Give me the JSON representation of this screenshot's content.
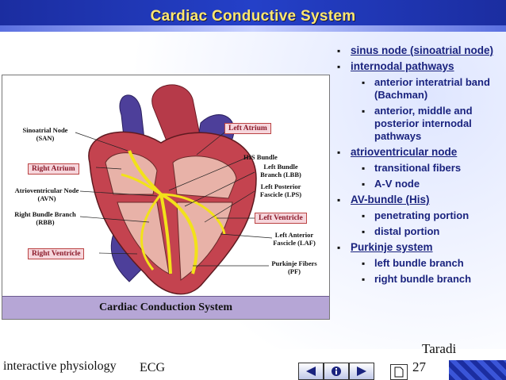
{
  "slide": {
    "title": "Cardiac Conductive System",
    "figure": {
      "caption": "Cardiac Conduction System",
      "labels": {
        "san": "Sinoatrial Node (SAN)",
        "left_atrium": "Left Atrium",
        "his_bundle": "HIS Bundle",
        "right_atrium": "Right Atrium",
        "lbb": "Left Bundle Branch (LBB)",
        "lps": "Left Posterior Fascicle (LPS)",
        "avn": "Atrioventricular Node (AVN)",
        "rbb": "Right Bundle Branch (RBB)",
        "left_ventricle": "Left Ventricle",
        "laf": "Left Anterior Fascicle (LAF)",
        "right_ventricle": "Right Ventricle",
        "purkinje": "Purkinje Fibers (PF)"
      }
    },
    "bullets": [
      {
        "label": "sinus node (sinoatrial node)",
        "sub": []
      },
      {
        "label": "internodal pathways",
        "sub": [
          "anterior interatrial band (Bachman)",
          "anterior, middle and posterior internodal pathways"
        ]
      },
      {
        "label": "atrioventricular node",
        "sub": [
          "transitional fibers",
          "A-V node"
        ]
      },
      {
        "label": "AV-bundle (His)",
        "sub": [
          "penetrating portion",
          "distal portion"
        ]
      },
      {
        "label": "Purkinje system",
        "sub": [
          "left bundle branch",
          "right bundle branch"
        ]
      }
    ],
    "author": "Taradi",
    "footer_left": "interactive physiology",
    "footer_overlay": "ECG",
    "page_number": "27"
  },
  "colors": {
    "title_bar": "#1b2da0",
    "title_text": "#ffe870",
    "bullet_text": "#1a237e",
    "caption_bar": "#b6a6d6"
  },
  "icons": {
    "prev": "triangle-left-icon",
    "info": "info-icon",
    "next": "triangle-right-icon",
    "doc": "document-icon"
  }
}
